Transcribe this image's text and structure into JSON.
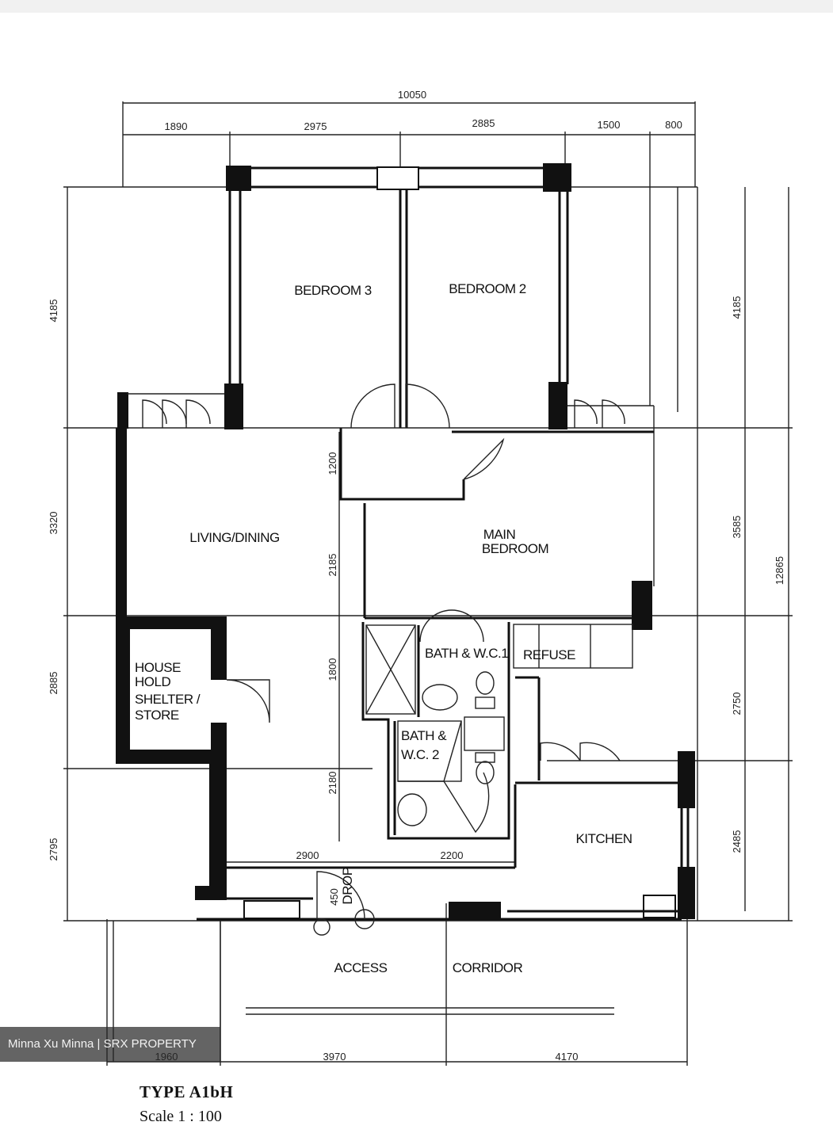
{
  "plan": {
    "overall_width": "10050",
    "overall_depth": "12865",
    "top_dims": [
      "1890",
      "2975",
      "2885",
      "1500",
      "800"
    ],
    "bottom_dims": [
      "1960",
      "3970",
      "4170"
    ],
    "left_dims": [
      "4185",
      "3320",
      "2885",
      "2795"
    ],
    "right_dims": [
      "4185",
      "3585",
      "2750",
      "2485"
    ],
    "inner_dims": [
      "1200",
      "2185",
      "1800",
      "2180",
      "2900",
      "2200",
      "450"
    ],
    "rooms": {
      "bedroom3": "BEDROOM 3",
      "bedroom2": "BEDROOM 2",
      "main_bedroom_l1": "MAIN",
      "main_bedroom_l2": "BEDROOM",
      "living": "LIVING/DINING",
      "shelter_l1": "HOUSE",
      "shelter_l2": "HOLD",
      "shelter_l3": "SHELTER /",
      "shelter_l4": "STORE",
      "bath1": "BATH & W.C.1",
      "bath2_l1": "BATH &",
      "bath2_l2": "W.C. 2",
      "kitchen": "KITCHEN",
      "refuse_chute": "REFUSE",
      "drop": "DROP",
      "access": "ACCESS",
      "corridor": "CORRIDOR"
    },
    "type_label": "TYPE A1bH",
    "scale_label": "Scale  1 : 100"
  },
  "watermark": "Minna Xu Minna | SRX PROPERTY"
}
